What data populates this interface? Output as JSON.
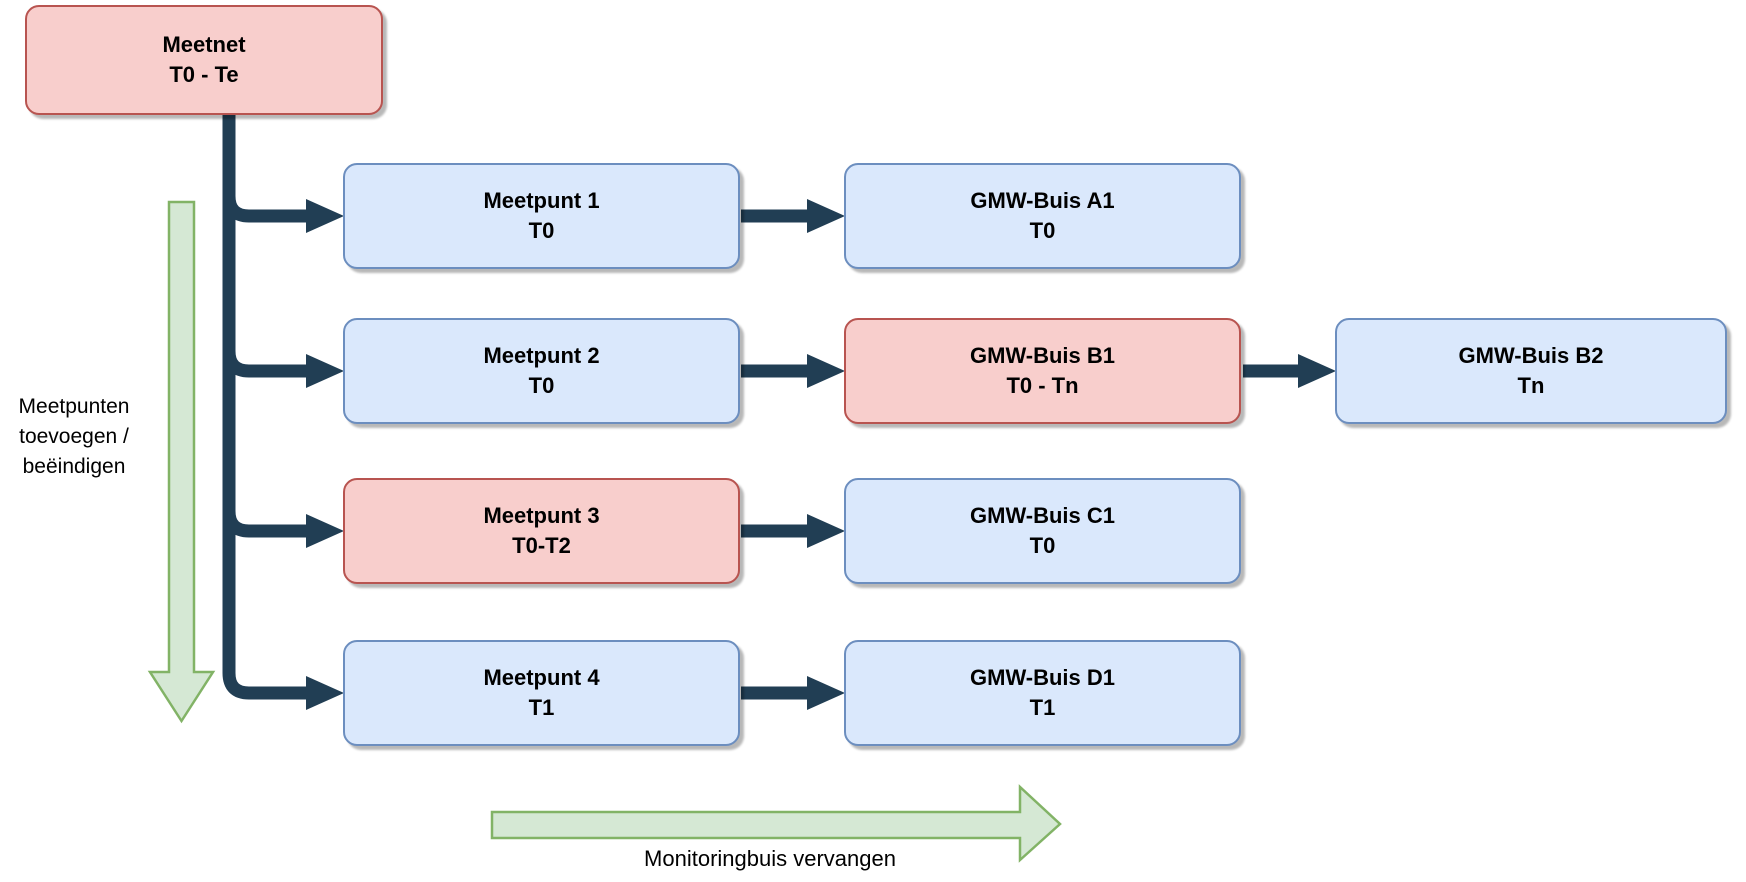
{
  "diagram": {
    "nodes": [
      {
        "name": "meetnet",
        "line1": "Meetnet",
        "line2": "T0 - Te",
        "variant": "red"
      },
      {
        "name": "meetpunt-1",
        "line1": "Meetpunt 1",
        "line2": "T0",
        "variant": "blue"
      },
      {
        "name": "gmw-buis-a1",
        "line1": "GMW-Buis A1",
        "line2": "T0",
        "variant": "blue"
      },
      {
        "name": "meetpunt-2",
        "line1": "Meetpunt 2",
        "line2": "T0",
        "variant": "blue"
      },
      {
        "name": "gmw-buis-b1",
        "line1": "GMW-Buis B1",
        "line2": "T0 - Tn",
        "variant": "red"
      },
      {
        "name": "gmw-buis-b2",
        "line1": "GMW-Buis B2",
        "line2": "Tn",
        "variant": "blue"
      },
      {
        "name": "meetpunt-3",
        "line1": "Meetpunt 3",
        "line2": "T0-T2",
        "variant": "red"
      },
      {
        "name": "gmw-buis-c1",
        "line1": "GMW-Buis C1",
        "line2": "T0",
        "variant": "blue"
      },
      {
        "name": "meetpunt-4",
        "line1": "Meetpunt 4",
        "line2": "T1",
        "variant": "blue"
      },
      {
        "name": "gmw-buis-d1",
        "line1": "GMW-Buis D1",
        "line2": "T1",
        "variant": "blue"
      }
    ],
    "labels": {
      "side": {
        "line1": "Meetpunten",
        "line2": "toevoegen /",
        "line3": "beëindigen"
      },
      "bottom": "Monitoringbuis vervangen"
    },
    "colors": {
      "node_red_fill": "#f8cecc",
      "node_red_border": "#b85450",
      "node_blue_fill": "#dae8fc",
      "node_blue_border": "#6c8ebf",
      "connector": "#213e54",
      "green_arrow_fill": "#d5e8d4",
      "green_arrow_border": "#82b366",
      "background": "#ffffff"
    }
  }
}
